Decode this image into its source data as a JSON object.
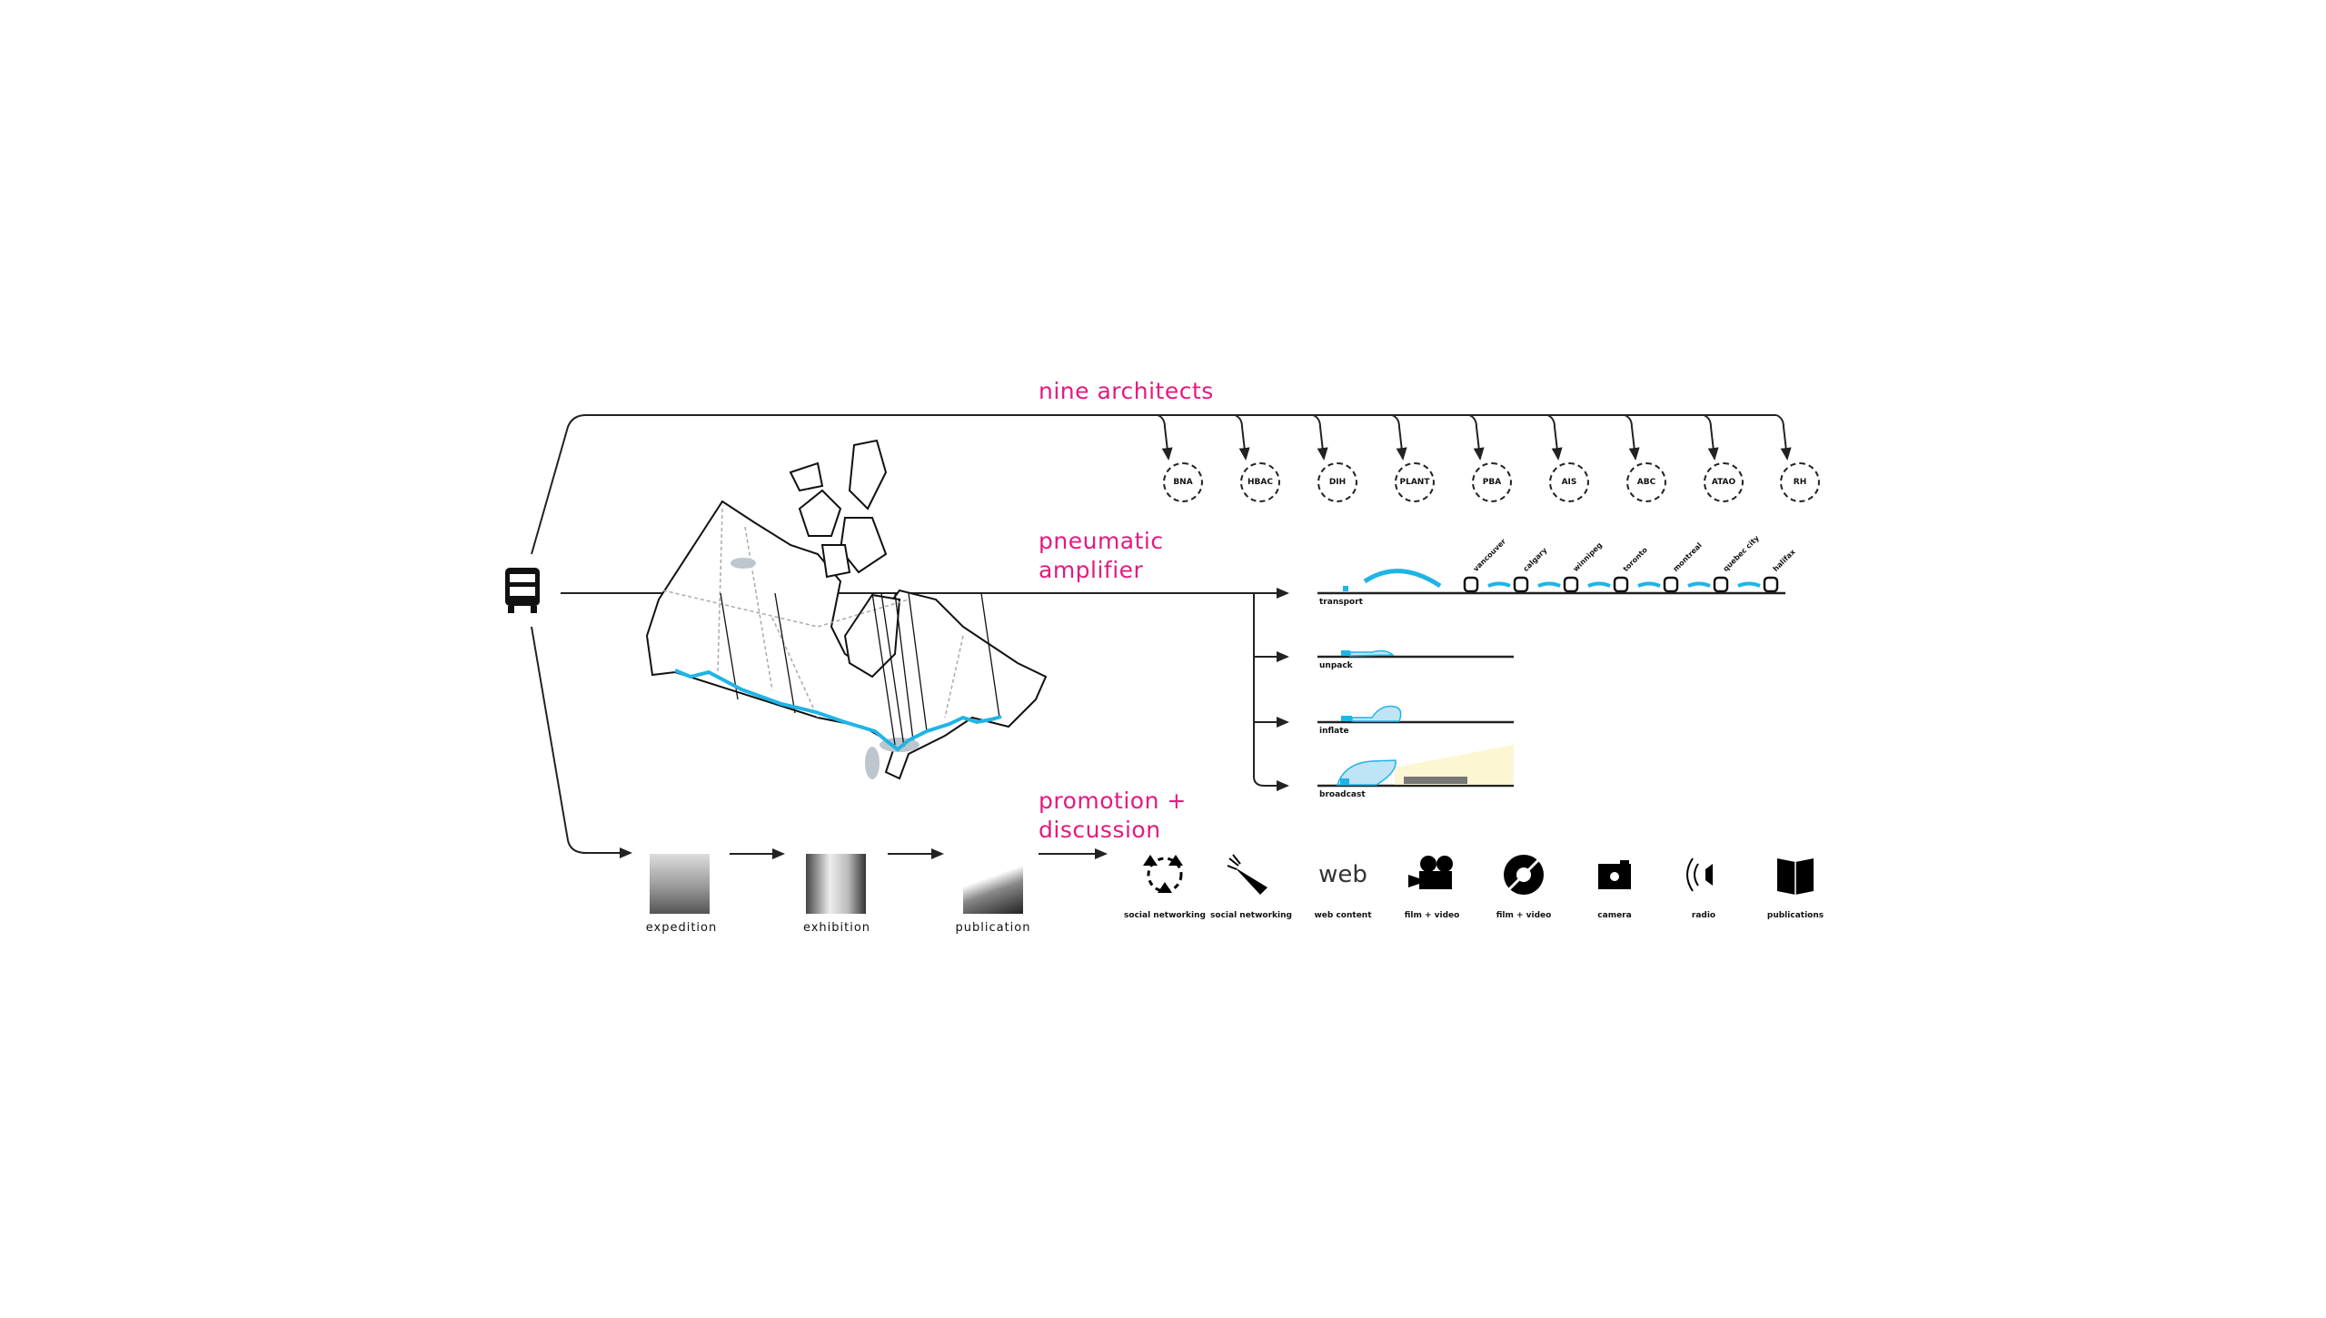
{
  "headings": {
    "nine_architects": "nine architects",
    "pneumatic_line1": "pneumatic",
    "pneumatic_line2": "amplifier",
    "promotion_line1": "promotion +",
    "promotion_line2": "discussion"
  },
  "architects": [
    "BNA",
    "HBAC",
    "DIH",
    "PLANT",
    "PBA",
    "AIS",
    "ABC",
    "ATAO",
    "RH"
  ],
  "cities": [
    "vancouver",
    "calgary",
    "winnipeg",
    "toronto",
    "montreal",
    "quebec city",
    "halifax"
  ],
  "stages": {
    "transport": "transport",
    "unpack": "unpack",
    "inflate": "inflate",
    "broadcast": "broadcast"
  },
  "process": [
    "expedition",
    "exhibition",
    "publication"
  ],
  "media": [
    {
      "icon": "social-network-icon",
      "label": "social networking"
    },
    {
      "icon": "megaphone-icon",
      "label": "social networking"
    },
    {
      "icon": "web-icon",
      "label": "web content"
    },
    {
      "icon": "film-camera-icon",
      "label": "film + video"
    },
    {
      "icon": "film-reel-icon",
      "label": "film + video"
    },
    {
      "icon": "camera-icon",
      "label": "camera"
    },
    {
      "icon": "radio-icon",
      "label": "radio"
    },
    {
      "icon": "publications-icon",
      "label": "publications"
    }
  ],
  "colors": {
    "accent": "#e6197f",
    "route": "#1fb4e6",
    "line": "#222222"
  }
}
